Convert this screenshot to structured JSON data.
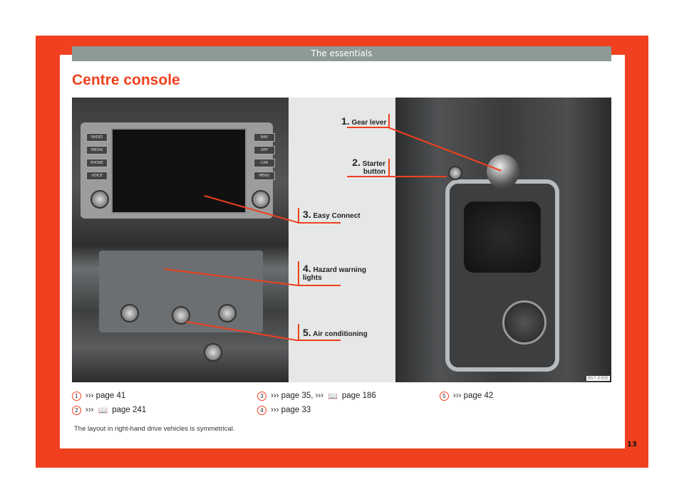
{
  "header": {
    "section": "The essentials",
    "title": "Centre console"
  },
  "figure": {
    "code": "B57-0305",
    "callouts": [
      {
        "num": "1.",
        "label": "Gear lever"
      },
      {
        "num": "2.",
        "label": "Starter button"
      },
      {
        "num": "3.",
        "label": "Easy Connect"
      },
      {
        "num": "4.",
        "label": "Hazard warning lights"
      },
      {
        "num": "5.",
        "label": "Air conditioning"
      }
    ],
    "screen_buttons": [
      "RADIO",
      "MEDIA",
      "PHONE",
      "VOICE",
      "NAV",
      "APP",
      "CAR",
      "MENU"
    ]
  },
  "refs": [
    {
      "num": "1",
      "text": "››› page 41"
    },
    {
      "num": "2",
      "prefix": "›››",
      "text": "page 241"
    },
    {
      "num": "3",
      "text": "››› page 35, ›››",
      "text2": "page 186"
    },
    {
      "num": "4",
      "text": "››› page 33"
    },
    {
      "num": "5",
      "text": "››› page 42"
    }
  ],
  "note": "The layout in right-hand drive vehicles is symmetrical.",
  "page_number": "13",
  "colors": {
    "accent": "#f0401f",
    "header_bar": "#8d9a98"
  }
}
